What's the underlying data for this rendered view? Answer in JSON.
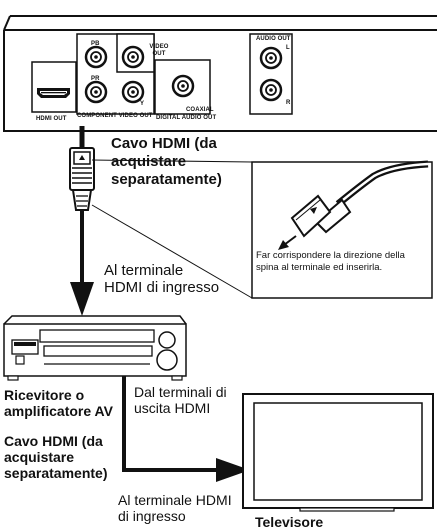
{
  "player_panel": {
    "pb": "PB",
    "pr": "PR",
    "y": "Y",
    "video_out": "VIDEO OUT",
    "component_video_out": "COMPONENT VIDEO OUT",
    "hdmi_out": "HDMI OUT",
    "coaxial": "COAXIAL",
    "digital_audio_out": "DIGITAL AUDIO OUT",
    "audio_out": "AUDIO OUT",
    "audio_l": "L",
    "audio_r": "R"
  },
  "labels": {
    "cable_top": "Cavo HDMI (da acquistare separatamente)",
    "inset_note": "Far corrispondere la direzione della spina al terminale ed inserirla.",
    "to_hdmi_in_1": "Al terminale HDMI di ingresso",
    "receiver": "Ricevitore o amplificatore AV",
    "from_hdmi_out": "Dal terminali di uscita HDMI",
    "cable_bottom": "Cavo HDMI (da acquistare separatamente)",
    "to_hdmi_in_2": "Al terminale HDMI di ingresso",
    "tv": "Televisore"
  }
}
